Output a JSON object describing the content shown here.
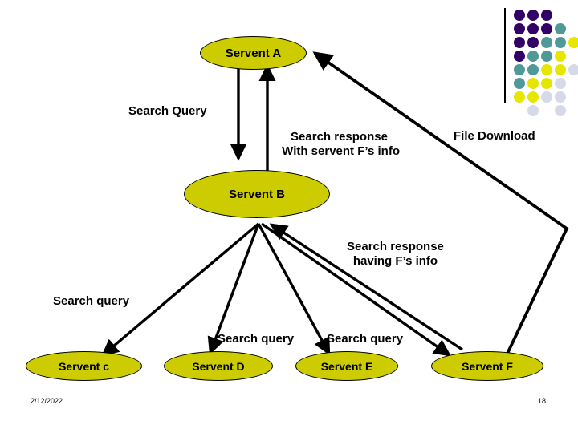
{
  "slide": {
    "background_color": "#ffffff",
    "node_fill_color": "#CCCC00",
    "line_color": "#000000"
  },
  "nodes": [
    {
      "id": "A",
      "label": "Servent A"
    },
    {
      "id": "B",
      "label": "Servent B"
    },
    {
      "id": "C",
      "label": "Servent c"
    },
    {
      "id": "D",
      "label": "Servent D"
    },
    {
      "id": "E",
      "label": "Servent E"
    },
    {
      "id": "F",
      "label": "Servent F"
    }
  ],
  "labels": {
    "search_query_top": "Search Query",
    "search_response_f_info": "Search response\n With servent F’s info",
    "file_download": "File Download",
    "search_response_having_f": "Search response\nhaving F’s info",
    "search_query_left": "Search query",
    "search_query_mid": "Search query",
    "search_query_right": "Search query"
  },
  "footer": {
    "date": "2/12/2022",
    "page_number": "18"
  },
  "logo": {
    "name": "dot-grid-logo",
    "colors": {
      "purple": "#330066",
      "teal": "#4F9999",
      "yellow": "#E6E600",
      "light": "#D6D9E8"
    },
    "dots": [
      {
        "col": 0,
        "row": 0,
        "color": "#330066"
      },
      {
        "col": 1,
        "row": 0,
        "color": "#330066"
      },
      {
        "col": 2,
        "row": 0,
        "color": "#330066"
      },
      {
        "col": 0,
        "row": 1,
        "color": "#330066"
      },
      {
        "col": 1,
        "row": 1,
        "color": "#330066"
      },
      {
        "col": 2,
        "row": 1,
        "color": "#330066"
      },
      {
        "col": 3,
        "row": 1,
        "color": "#4F9999"
      },
      {
        "col": 0,
        "row": 2,
        "color": "#330066"
      },
      {
        "col": 1,
        "row": 2,
        "color": "#330066"
      },
      {
        "col": 2,
        "row": 2,
        "color": "#4F9999"
      },
      {
        "col": 3,
        "row": 2,
        "color": "#4F9999"
      },
      {
        "col": 4,
        "row": 2,
        "color": "#E6E600"
      },
      {
        "col": 0,
        "row": 3,
        "color": "#330066"
      },
      {
        "col": 1,
        "row": 3,
        "color": "#4F9999"
      },
      {
        "col": 2,
        "row": 3,
        "color": "#4F9999"
      },
      {
        "col": 3,
        "row": 3,
        "color": "#E6E600"
      },
      {
        "col": 0,
        "row": 4,
        "color": "#4F9999"
      },
      {
        "col": 1,
        "row": 4,
        "color": "#4F9999"
      },
      {
        "col": 2,
        "row": 4,
        "color": "#E6E600"
      },
      {
        "col": 3,
        "row": 4,
        "color": "#E6E600"
      },
      {
        "col": 4,
        "row": 4,
        "color": "#D6D9E8"
      },
      {
        "col": 0,
        "row": 5,
        "color": "#4F9999"
      },
      {
        "col": 1,
        "row": 5,
        "color": "#E6E600"
      },
      {
        "col": 2,
        "row": 5,
        "color": "#E6E600"
      },
      {
        "col": 3,
        "row": 5,
        "color": "#D6D9E8"
      },
      {
        "col": 0,
        "row": 6,
        "color": "#E6E600"
      },
      {
        "col": 1,
        "row": 6,
        "color": "#E6E600"
      },
      {
        "col": 2,
        "row": 6,
        "color": "#D6D9E8"
      },
      {
        "col": 3,
        "row": 6,
        "color": "#D6D9E8"
      },
      {
        "col": 1,
        "row": 7,
        "color": "#D6D9E8"
      },
      {
        "col": 3,
        "row": 7,
        "color": "#D6D9E8"
      }
    ]
  }
}
